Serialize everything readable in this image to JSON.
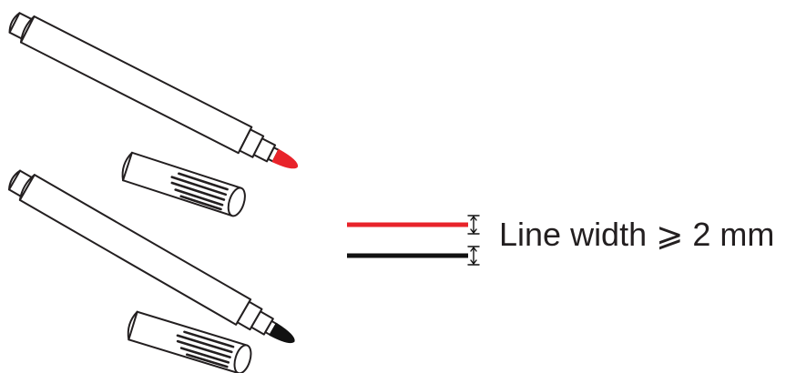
{
  "caption": {
    "label": "Line width",
    "symbol": "⩾",
    "value": "2 mm"
  },
  "colors": {
    "outline": "#231f20",
    "red": "#e8232a",
    "black": "#111111"
  },
  "markers": [
    {
      "icon": "marker-pen-icon",
      "tip_color": "red"
    },
    {
      "icon": "marker-pen-icon",
      "tip_color": "black"
    }
  ]
}
